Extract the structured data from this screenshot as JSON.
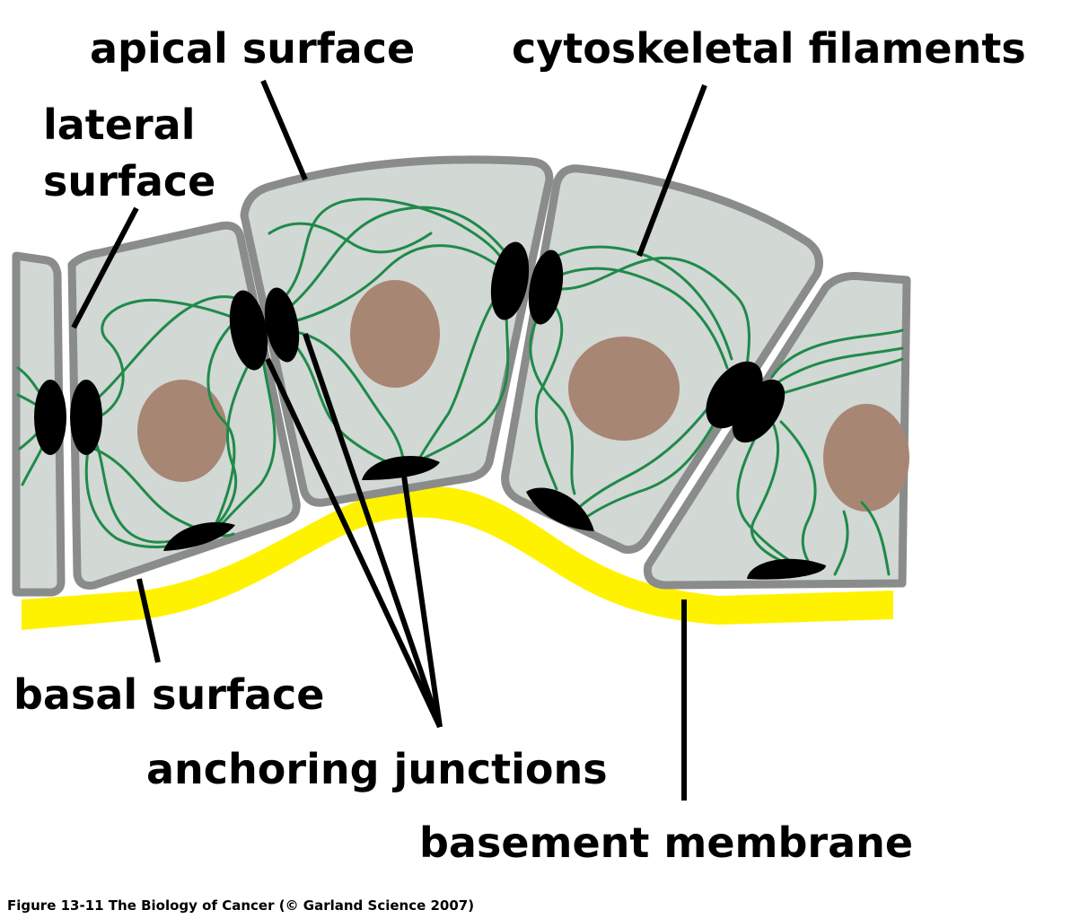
{
  "labels": {
    "apical_surface": "apical surface",
    "cytoskeletal_filaments": "cytoskeletal filaments",
    "lateral_surface_line1": "lateral",
    "lateral_surface_line2": "surface",
    "basal_surface": "basal surface",
    "anchoring_junctions": "anchoring junctions",
    "basement_membrane": "basement membrane"
  },
  "caption": "Figure 13-11  The Biology of Cancer (© Garland Science 2007)",
  "colors": {
    "cell_fill": "#d2d8d4",
    "cell_border": "#8a8c8b",
    "filament": "#1f8a4a",
    "nucleus": "#a88674",
    "junction": "#000000",
    "basement_membrane": "#fff200"
  }
}
